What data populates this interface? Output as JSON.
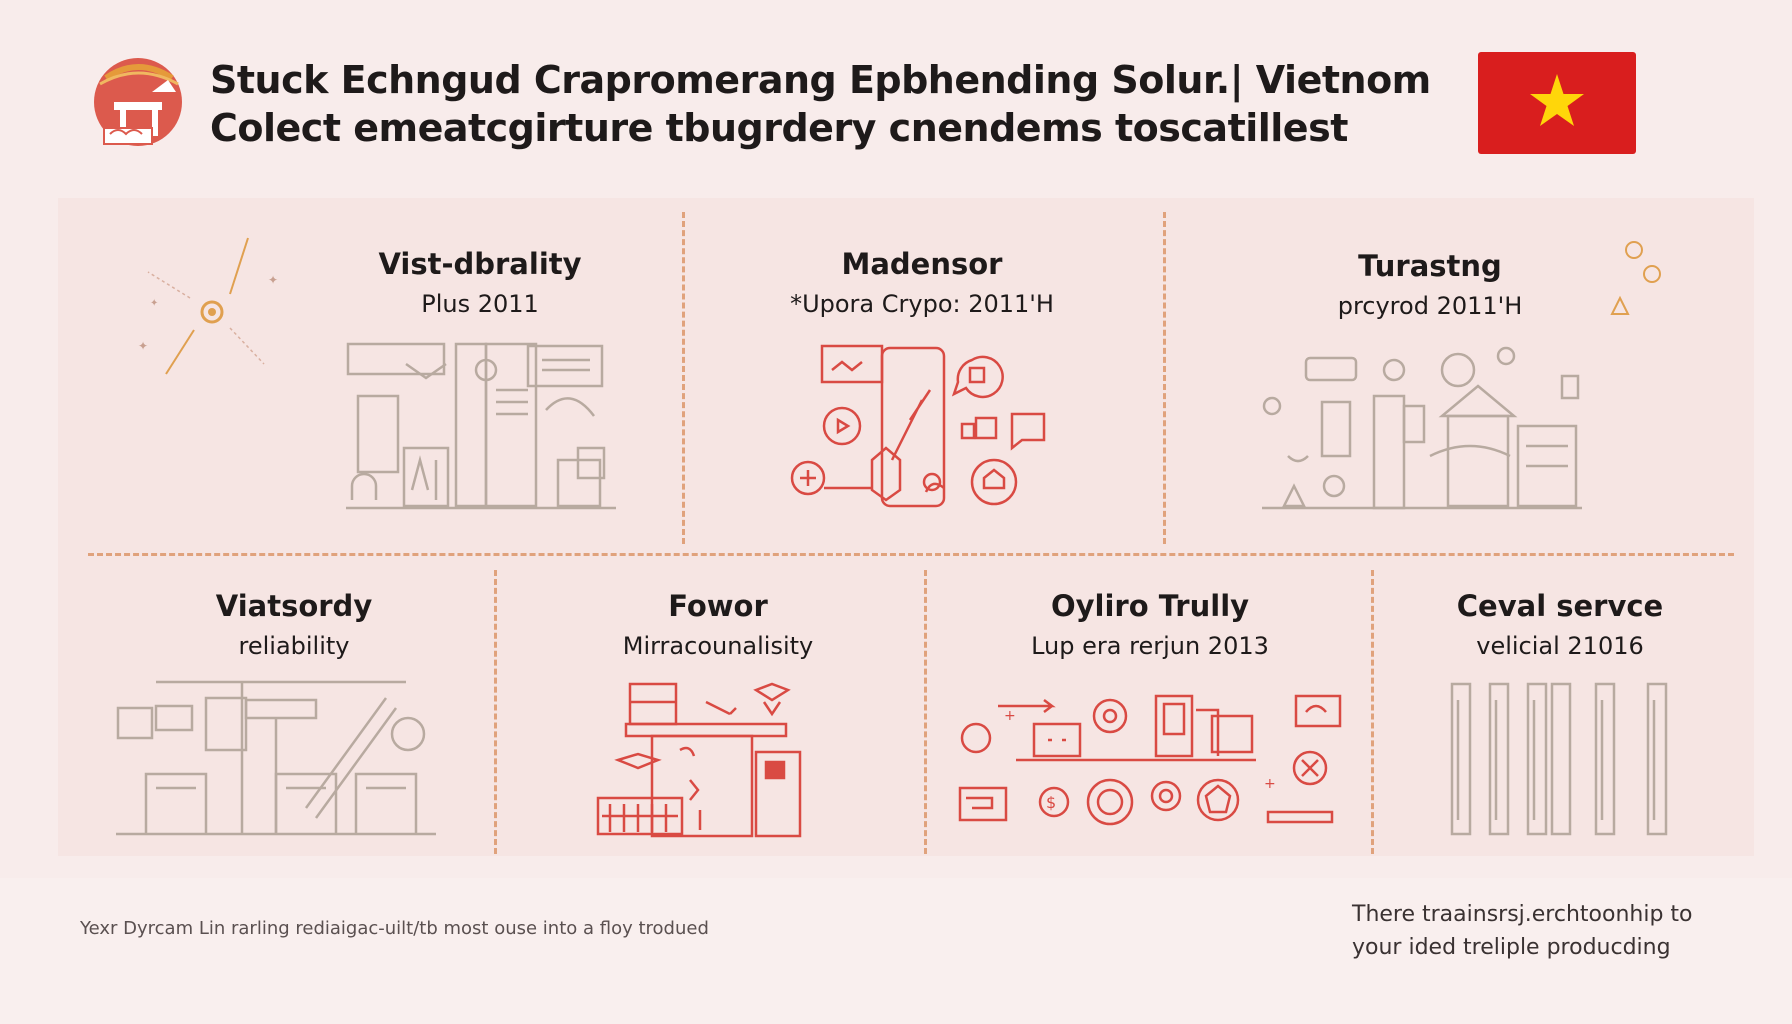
{
  "header": {
    "title_line1": "Stuck Echngud Crapromerang Epbhending Solur.| Vietnom",
    "title_line2": "Colect emeatcgirture tbugrdery cnendems toscatillest",
    "logo_icon": "temple-emblem-icon",
    "flag_icon": "vietnam-flag-icon",
    "colors": {
      "accent": "#d94a43",
      "flag_red": "#d91e1e",
      "flag_star": "#ffd60a",
      "divider": "#e0a27c"
    }
  },
  "cards_top": [
    {
      "title": "Vist-dbrality",
      "subtitle": "Plus 2011",
      "icon": "office-desk-illustration-icon"
    },
    {
      "title": "Madensor",
      "subtitle": "*Upora Crypo: 2011'H",
      "icon": "tech-devices-illustration-icon"
    },
    {
      "title": "Turastng",
      "subtitle": "prcyrod 2011'H",
      "icon": "city-services-illustration-icon"
    }
  ],
  "cards_bottom": [
    {
      "title": "Viatsordy",
      "subtitle": "reliability",
      "icon": "industrial-crane-illustration-icon"
    },
    {
      "title": "Fowor",
      "subtitle": "Mirracounalisity",
      "icon": "workshop-illustration-icon"
    },
    {
      "title": "Oyliro Trully",
      "subtitle": "Lup era rerjun 2013",
      "icon": "payment-tokens-illustration-icon"
    },
    {
      "title": "Ceval servce",
      "subtitle": "velicial 21016",
      "icon": "bar-columns-illustration-icon"
    }
  ],
  "footer": {
    "left_text": "Yexr Dyrcam Lin rarling rediaigac-uilt/tb most ouse into a floy trodued",
    "right_line1": "There traainsrsj.erchtoonhip to",
    "right_line2": "your ided treliple producding"
  }
}
